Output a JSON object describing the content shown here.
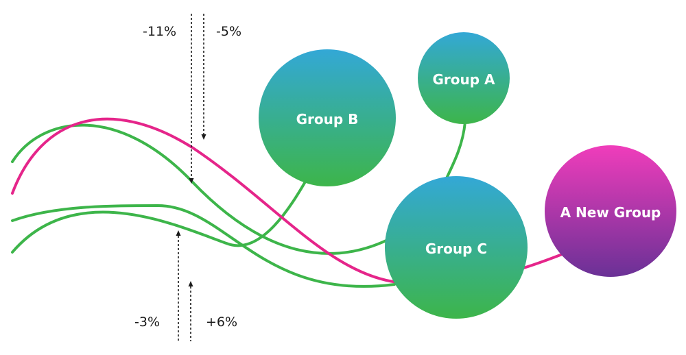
{
  "colors": {
    "green": "#3db54a",
    "pink": "#e5258a",
    "blue": "#33a8d6",
    "purple": "#6a3196",
    "magenta": "#f03dbb",
    "text": "#1a1a1a",
    "background": "#ffffff"
  },
  "groups": {
    "b": {
      "label": "Group B"
    },
    "a": {
      "label": "Group A"
    },
    "c": {
      "label": "Group C"
    },
    "new": {
      "label": "A New Group"
    }
  },
  "changes": {
    "top_left": "-11%",
    "top_right": "-5%",
    "bottom_left": "-3%",
    "bottom_right": "+6%"
  },
  "arrows": {
    "top_left": "down",
    "top_right": "down",
    "bottom_left": "up",
    "bottom_right": "up"
  }
}
